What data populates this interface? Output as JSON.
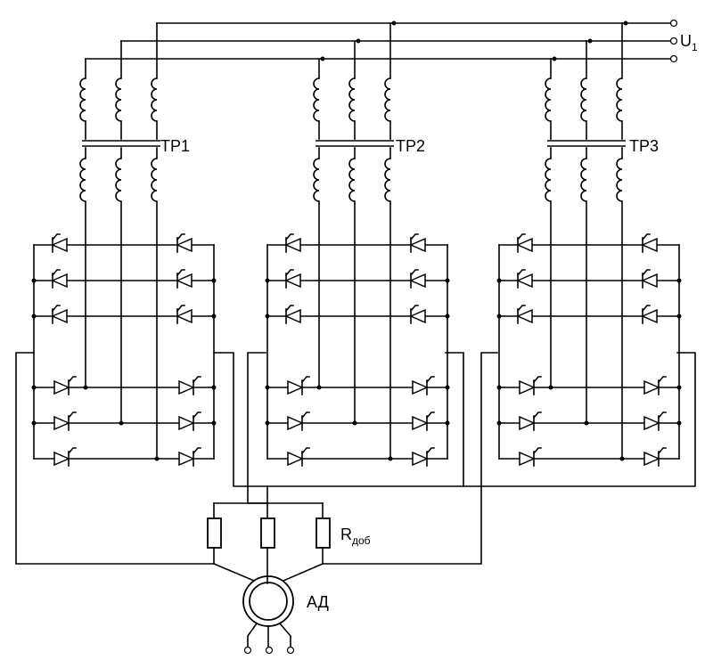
{
  "supply": {
    "label": "U",
    "subscript": "1"
  },
  "transformers": [
    {
      "label": "TP1"
    },
    {
      "label": "TP2"
    },
    {
      "label": "TP3"
    }
  ],
  "resistor": {
    "label": "R",
    "subscript": "доб"
  },
  "motor": {
    "label": "АД"
  },
  "colors": {
    "line": "#000000",
    "background": "#ffffff"
  }
}
